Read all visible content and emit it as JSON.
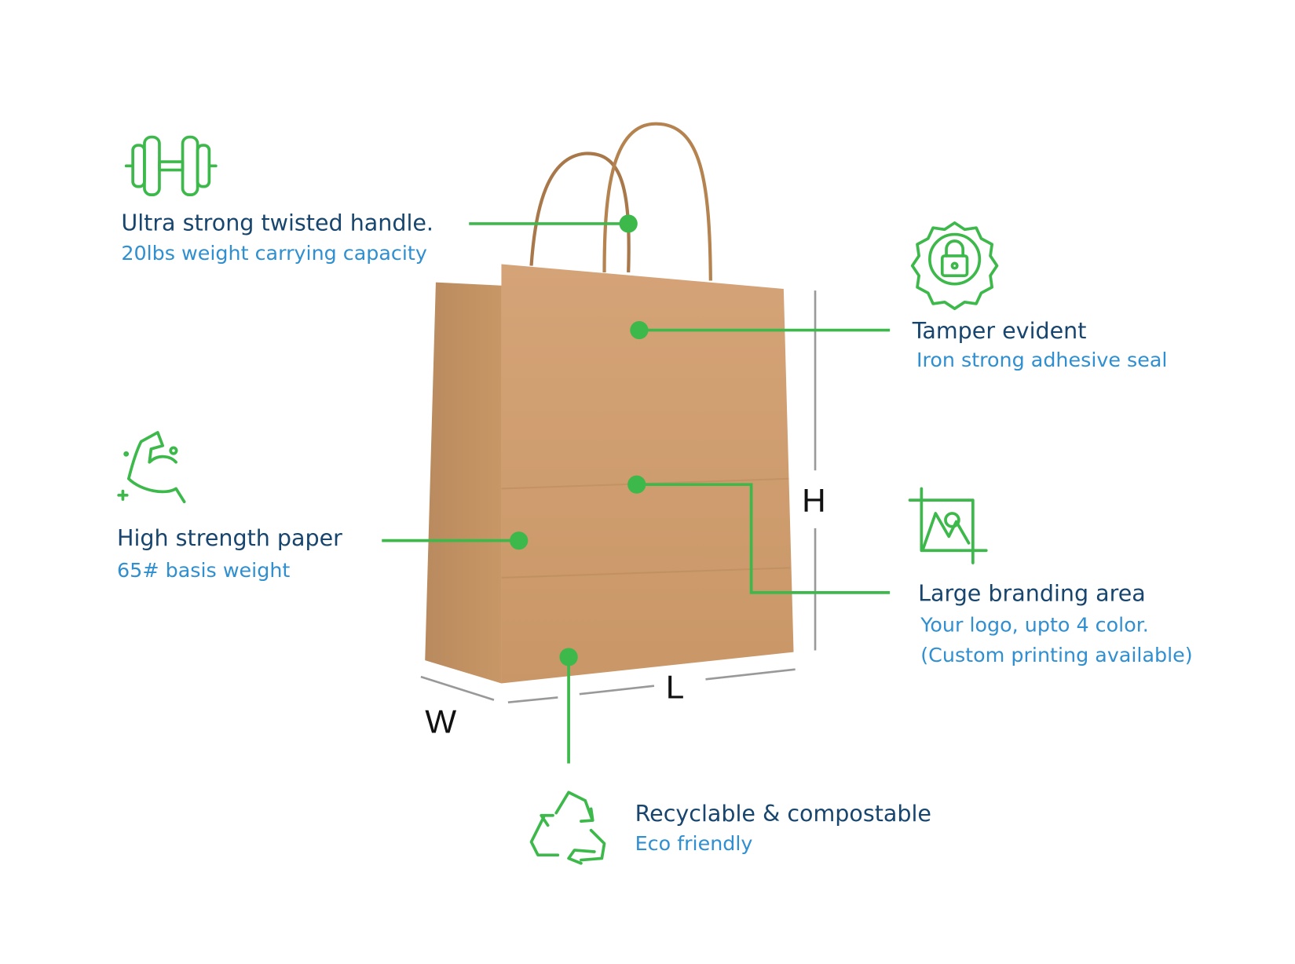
{
  "colors": {
    "accent_green": "#3cb94a",
    "title_blue": "#17456e",
    "subtitle_blue": "#2f8fd0",
    "kraft": "#c9996a"
  },
  "features": [
    {
      "id": "handle",
      "icon": "dumbbell-icon",
      "title": "Ultra strong twisted handle.",
      "subtitle": "20lbs weight carrying capacity"
    },
    {
      "id": "tamper",
      "icon": "seal-lock-icon",
      "title": "Tamper evident",
      "subtitle": "Iron strong adhesive seal"
    },
    {
      "id": "strength",
      "icon": "flexed-arm-icon",
      "title": "High strength paper",
      "subtitle": "65# basis weight"
    },
    {
      "id": "branding",
      "icon": "image-crop-icon",
      "title": "Large branding area",
      "subtitle": "Your logo, upto 4 color.",
      "subtitle2": "(Custom printing available)"
    },
    {
      "id": "recycle",
      "icon": "recycle-icon",
      "title": "Recyclable & compostable",
      "subtitle": "Eco friendly"
    }
  ],
  "dimensions": {
    "height": "H",
    "length": "L",
    "width": "W"
  }
}
